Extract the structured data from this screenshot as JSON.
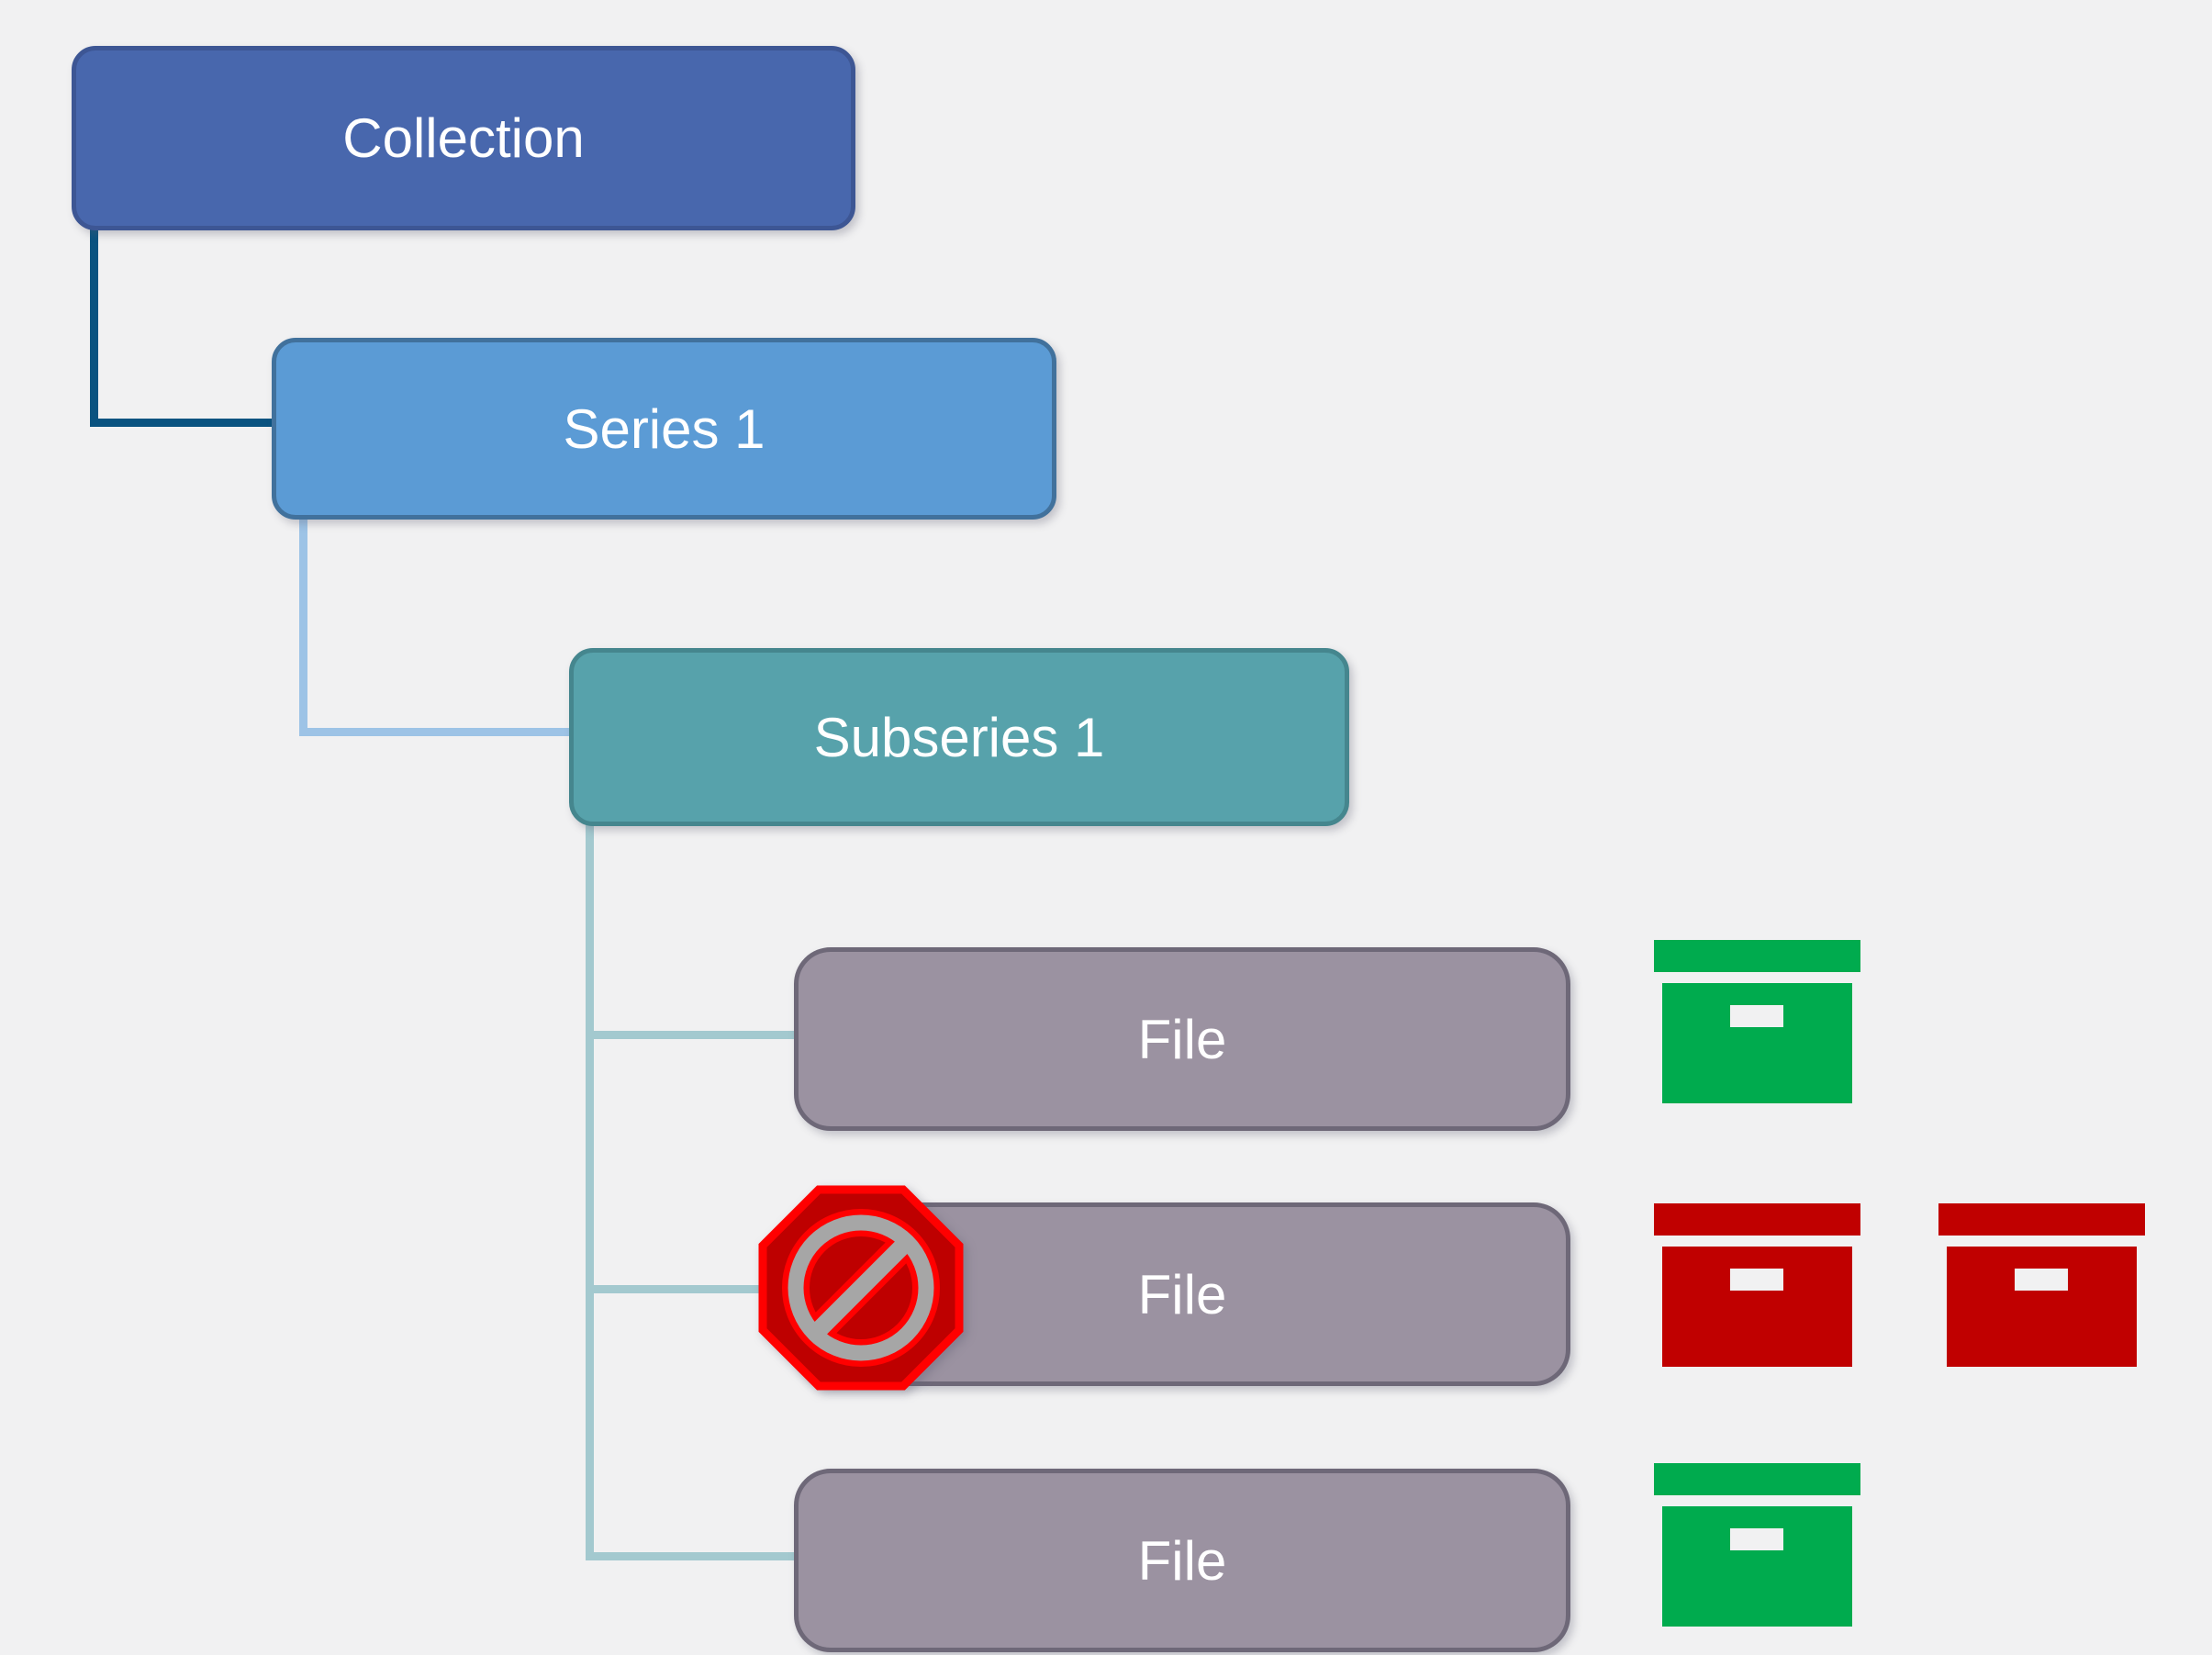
{
  "diagram": {
    "type": "hierarchy",
    "background": "#F1F1F2",
    "nodes": [
      {
        "id": "collection",
        "label": "Collection",
        "level": 1,
        "fill": "#4867AD",
        "border": "#3D5694",
        "text_color": "#FFFFFF"
      },
      {
        "id": "series-1",
        "label": "Series 1",
        "level": 2,
        "fill": "#5B9BD5",
        "border": "#41719C",
        "text_color": "#FFFFFF"
      },
      {
        "id": "subseries-1",
        "label": "Subseries 1",
        "level": 3,
        "fill": "#57A2AB",
        "border": "#45868E",
        "text_color": "#FFFFFF"
      },
      {
        "id": "file-1",
        "label": "File",
        "level": 4,
        "fill": "#9B92A1",
        "border": "#6E6878",
        "text_color": "#FFFFFF",
        "attachments": [
          "green-archive-box"
        ]
      },
      {
        "id": "file-2",
        "label": "File",
        "level": 4,
        "fill": "#9B92A1",
        "border": "#6E6878",
        "text_color": "#FFFFFF",
        "attachments": [
          "red-archive-box",
          "red-archive-box"
        ],
        "overlay": "no-entry-sign"
      },
      {
        "id": "file-3",
        "label": "File",
        "level": 4,
        "fill": "#9B92A1",
        "border": "#6E6878",
        "text_color": "#FFFFFF",
        "attachments": [
          "green-archive-box"
        ]
      }
    ],
    "connectors": [
      {
        "from": "collection",
        "to": "series-1",
        "style": "elbow",
        "color": "#0A5380"
      },
      {
        "from": "series-1",
        "to": "subseries-1",
        "style": "elbow",
        "color": "#9DC3E6"
      },
      {
        "from": "subseries-1",
        "to": "file-1,file-2,file-3",
        "style": "elbow-tree",
        "color": "#A3C9CF"
      }
    ],
    "icon_colors": {
      "archive_box_green": "#00AB4E",
      "archive_box_red": "#C00000",
      "archive_box_handle": "#F1F1F2",
      "no_entry_fill": "#BE0000",
      "no_entry_outline": "#FF0000",
      "no_entry_glyph": "#A6A6A6"
    }
  }
}
